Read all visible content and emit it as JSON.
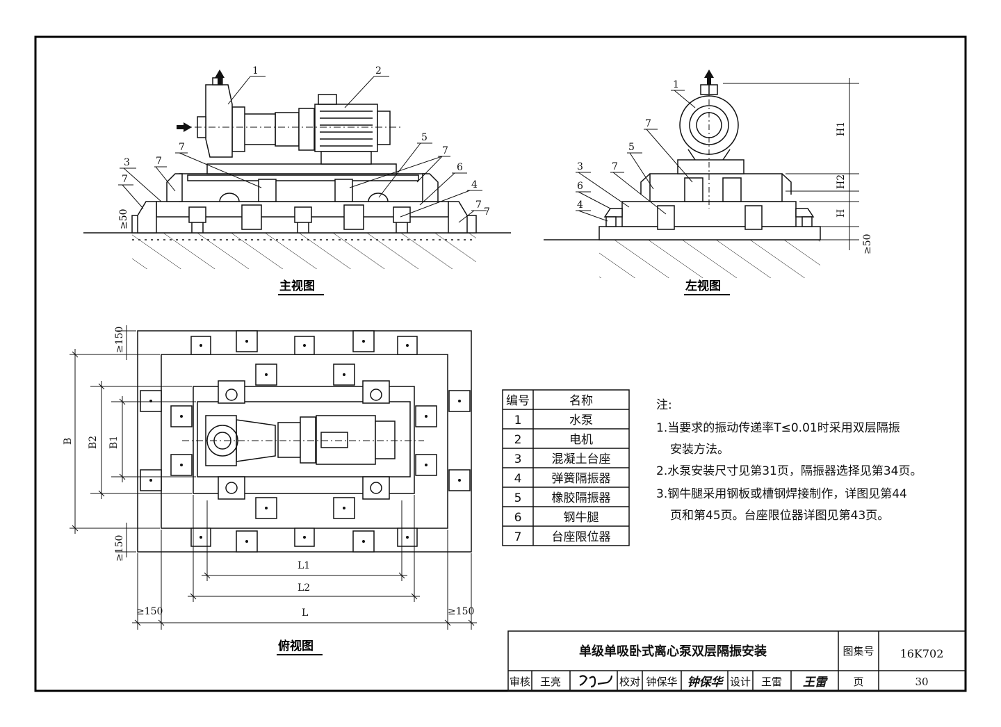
{
  "views": {
    "front": "主视图",
    "side": "左视图",
    "top": "俯视图"
  },
  "callouts": {
    "front": [
      "1",
      "2",
      "3",
      "7",
      "7",
      "7",
      "5",
      "7",
      "6",
      "4",
      "7",
      "7"
    ],
    "side": [
      "1",
      "7",
      "5",
      "3",
      "7",
      "6",
      "4"
    ]
  },
  "dimensions": {
    "min50": "≥50",
    "min150": "≥150",
    "H1": "H1",
    "H2": "H2",
    "H": "H",
    "B": "B",
    "B1": "B1",
    "B2": "B2",
    "L": "L",
    "L1": "L1",
    "L2": "L2"
  },
  "legend": {
    "headers": [
      "编号",
      "名称"
    ],
    "rows": [
      [
        "1",
        "水泵"
      ],
      [
        "2",
        "电机"
      ],
      [
        "3",
        "混凝土台座"
      ],
      [
        "4",
        "弹簧隔振器"
      ],
      [
        "5",
        "橡胶隔振器"
      ],
      [
        "6",
        "钢牛腿"
      ],
      [
        "7",
        "台座限位器"
      ]
    ]
  },
  "notes": {
    "title": "注:",
    "lines": [
      "1.当要求的振动传递率T≤0.01时采用双层隔振",
      "安装方法。",
      "2.水泵安装尺寸见第31页，隔振器选择见第34页。",
      "3.钢牛腿采用钢板或槽钢焊接制作，详图见第44",
      "页和第45页。台座限位器详图见第43页。"
    ]
  },
  "title_block": {
    "title": "单级单吸卧式离心泵双层隔振安装",
    "atlas_label": "图集号",
    "atlas_no": "16K702",
    "page_label": "页",
    "page_no": "30",
    "review_label": "审核",
    "reviewer": "王亮",
    "check_label": "校对",
    "checker": "钟保华",
    "design_label": "设计",
    "designer": "王雷"
  },
  "signatures": {
    "reviewer": "王亮",
    "checker": "钟保华",
    "designer": "王雷"
  }
}
